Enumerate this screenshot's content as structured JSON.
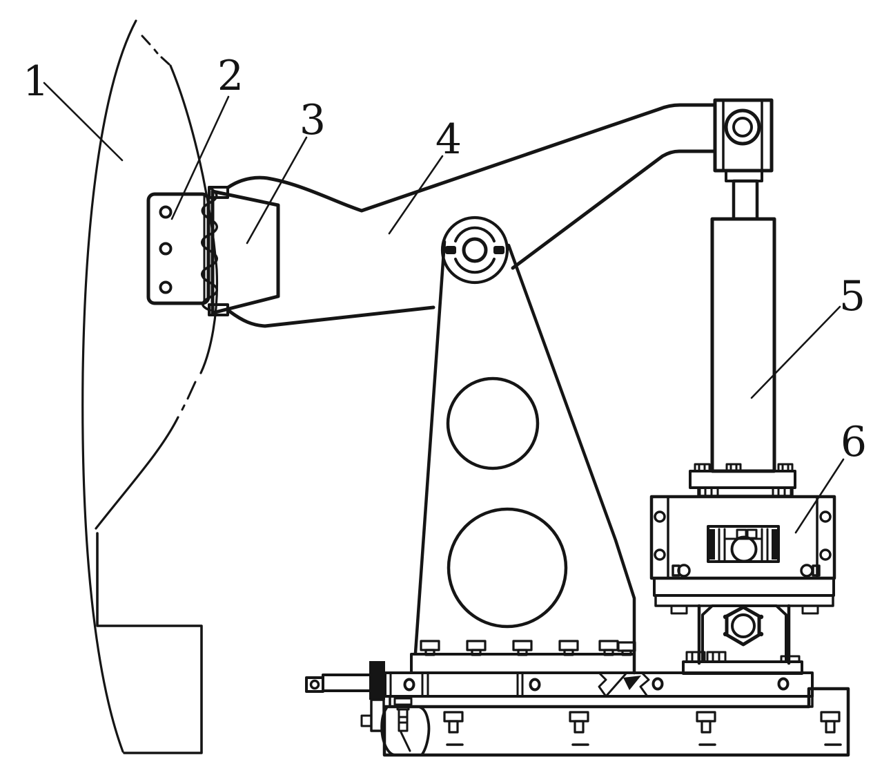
{
  "figure": {
    "type": "engineering-line-drawing",
    "description_visible_text_only": true,
    "background_color": "#ffffff",
    "line_color": "#151515",
    "callouts": [
      {
        "label": "1"
      },
      {
        "label": "2"
      },
      {
        "label": "3"
      },
      {
        "label": "4"
      },
      {
        "label": "5"
      },
      {
        "label": "6"
      }
    ]
  }
}
